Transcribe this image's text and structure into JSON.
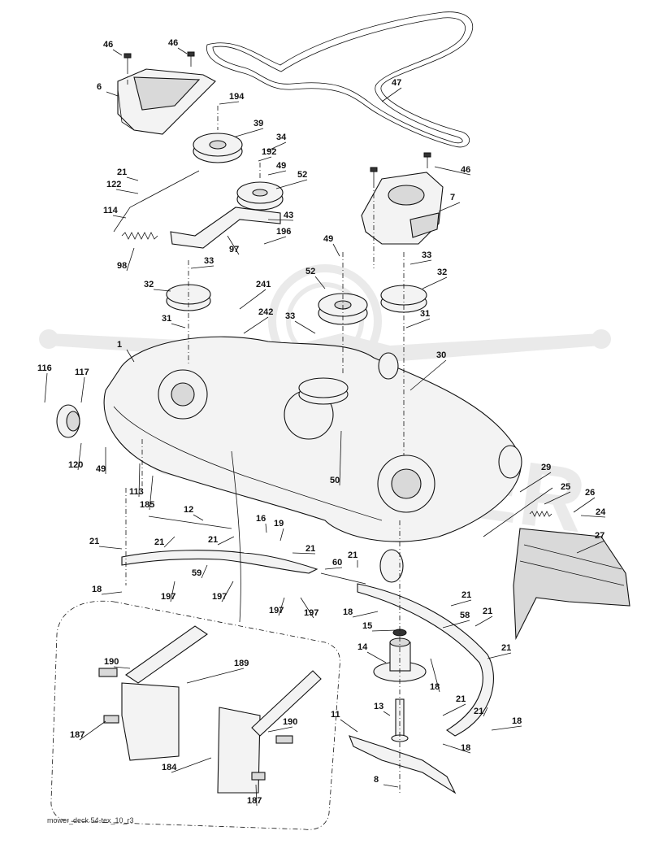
{
  "caption": "mower_deck 54-tex_10_r3",
  "watermark": "SCOOTER",
  "callouts": [
    "46",
    "46",
    "47",
    "6",
    "194",
    "39",
    "34",
    "192",
    "49",
    "52",
    "21",
    "122",
    "46",
    "7",
    "43",
    "114",
    "196",
    "97",
    "98",
    "33",
    "49",
    "33",
    "32",
    "52",
    "32",
    "241",
    "242",
    "31",
    "33",
    "31",
    "1",
    "30",
    "116",
    "117",
    "49",
    "120",
    "113",
    "50",
    "185",
    "29",
    "25",
    "26",
    "12",
    "24",
    "16",
    "19",
    "21",
    "21",
    "21",
    "21",
    "27",
    "59",
    "60",
    "21",
    "18",
    "197",
    "197",
    "197",
    "197",
    "18",
    "21",
    "58",
    "21",
    "15",
    "21",
    "190",
    "189",
    "14",
    "18",
    "21",
    "21",
    "190",
    "13",
    "18",
    "187",
    "11",
    "184",
    "18",
    "8",
    "187"
  ]
}
